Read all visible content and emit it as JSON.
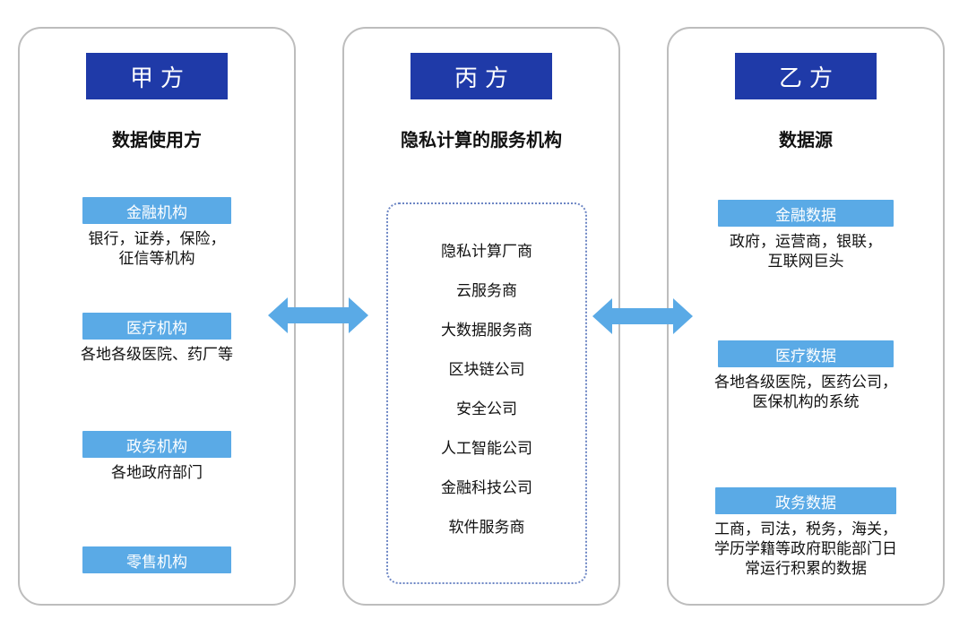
{
  "parties": {
    "a": {
      "header": "甲方",
      "subtitle": "数据使用方",
      "categories": [
        {
          "label": "金融机构",
          "desc": "银行，证券，保险，\n征信等机构"
        },
        {
          "label": "医疗机构",
          "desc": "各地各级医院、药厂等"
        },
        {
          "label": "政务机构",
          "desc": "各地政府部门"
        },
        {
          "label": "零售机构",
          "desc": ""
        }
      ]
    },
    "c": {
      "header": "丙方",
      "subtitle": "隐私计算的服务机构",
      "providers": [
        "隐私计算厂商",
        "云服务商",
        "大数据服务商",
        "区块链公司",
        "安全公司",
        "人工智能公司",
        "金融科技公司",
        "软件服务商"
      ]
    },
    "b": {
      "header": "乙方",
      "subtitle": "数据源",
      "categories": [
        {
          "label": "金融数据",
          "desc": "政府，运营商，银联，\n互联网巨头"
        },
        {
          "label": "医疗数据",
          "desc": "各地各级医院，医药公司，\n医保机构的系统"
        },
        {
          "label": "政务数据",
          "desc": "工商，司法，税务，海关，\n学历学籍等政府职能部门日\n常运行积累的数据"
        }
      ]
    }
  },
  "colors": {
    "header_bg": "#1f3aa8",
    "label_bg": "#5aaae6",
    "arrow": "#5aaae6",
    "panel_border": "#bdbdbd",
    "dotted_border": "#6d86c4"
  },
  "icons": {
    "arrows": "double-headed-arrow-icon"
  }
}
